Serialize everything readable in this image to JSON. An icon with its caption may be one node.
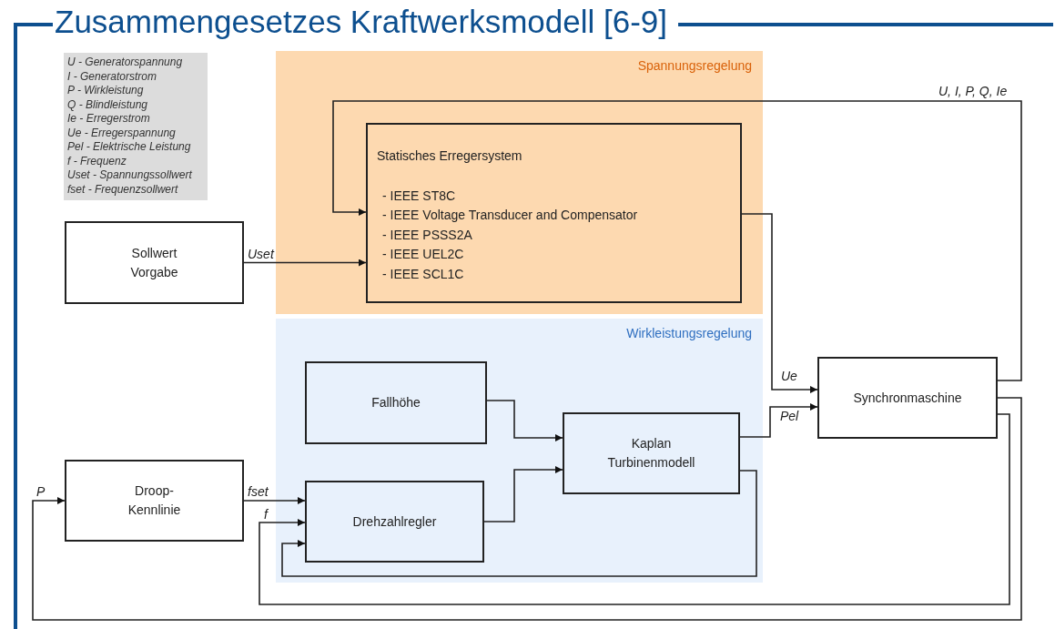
{
  "diagram": {
    "title": "Zusammengesetzes Kraftwerksmodell [6-9]",
    "nodes": [
      {
        "text": [
          "U - Generatorspannung",
          "I - Generatorstrom",
          "P - Wirkleistung",
          "Q - Blindleistung",
          "Ie - Erregerstrom",
          "Ue - Erregerspannung",
          "Pel - Elektrische Leistung",
          "f - Frequenz",
          "Uset - Spannungssollwert",
          "fset - Frequenzsollwert"
        ]
      },
      {
        "text": [
          "Spannungsregelung"
        ]
      },
      {
        "text": [
          "Statisches Erregersystem",
          "- IEEE ST8C",
          "- IEEE Voltage Transducer and Compensator",
          "- IEEE PSSS2A",
          "- IEEE UEL2C",
          "- IEEE SCL1C"
        ],
        "in": 1
      },
      {
        "text": [
          "Sollwert Vorgabe"
        ]
      },
      {
        "text": [
          "Wirkleistungsregelung"
        ]
      },
      {
        "text": [
          "Fallhöhe"
        ],
        "in": 4
      },
      {
        "text": [
          "Kaplan Turbinenmodell"
        ],
        "in": 4
      },
      {
        "text": [
          "Droop- Kennlinie"
        ]
      },
      {
        "text": [
          "Drehzahlregler"
        ],
        "in": 4
      },
      {
        "text": [
          "Synchronmaschine"
        ]
      }
    ],
    "edges": [
      {
        "from": 9,
        "to": 2,
        "arrow": "to",
        "label": "U, I, P, Q, Ie"
      },
      {
        "from": 3,
        "to": 2,
        "arrow": "to",
        "label": "Uset"
      },
      {
        "from": 2,
        "to": 9,
        "arrow": "to",
        "label": "Ue"
      },
      {
        "from": 5,
        "to": 6,
        "arrow": "to"
      },
      {
        "from": 8,
        "to": 6,
        "arrow": "to"
      },
      {
        "from": 6,
        "to": 9,
        "arrow": "to",
        "label": "Pel"
      },
      {
        "from": 7,
        "to": 8,
        "arrow": "to",
        "label": "fset"
      },
      {
        "from": 9,
        "to": 8,
        "arrow": "to",
        "label": "f"
      },
      {
        "from": 6,
        "to": 8,
        "arrow": "to"
      },
      {
        "from": 9,
        "to": 7,
        "arrow": "to",
        "label": "P"
      }
    ]
  }
}
